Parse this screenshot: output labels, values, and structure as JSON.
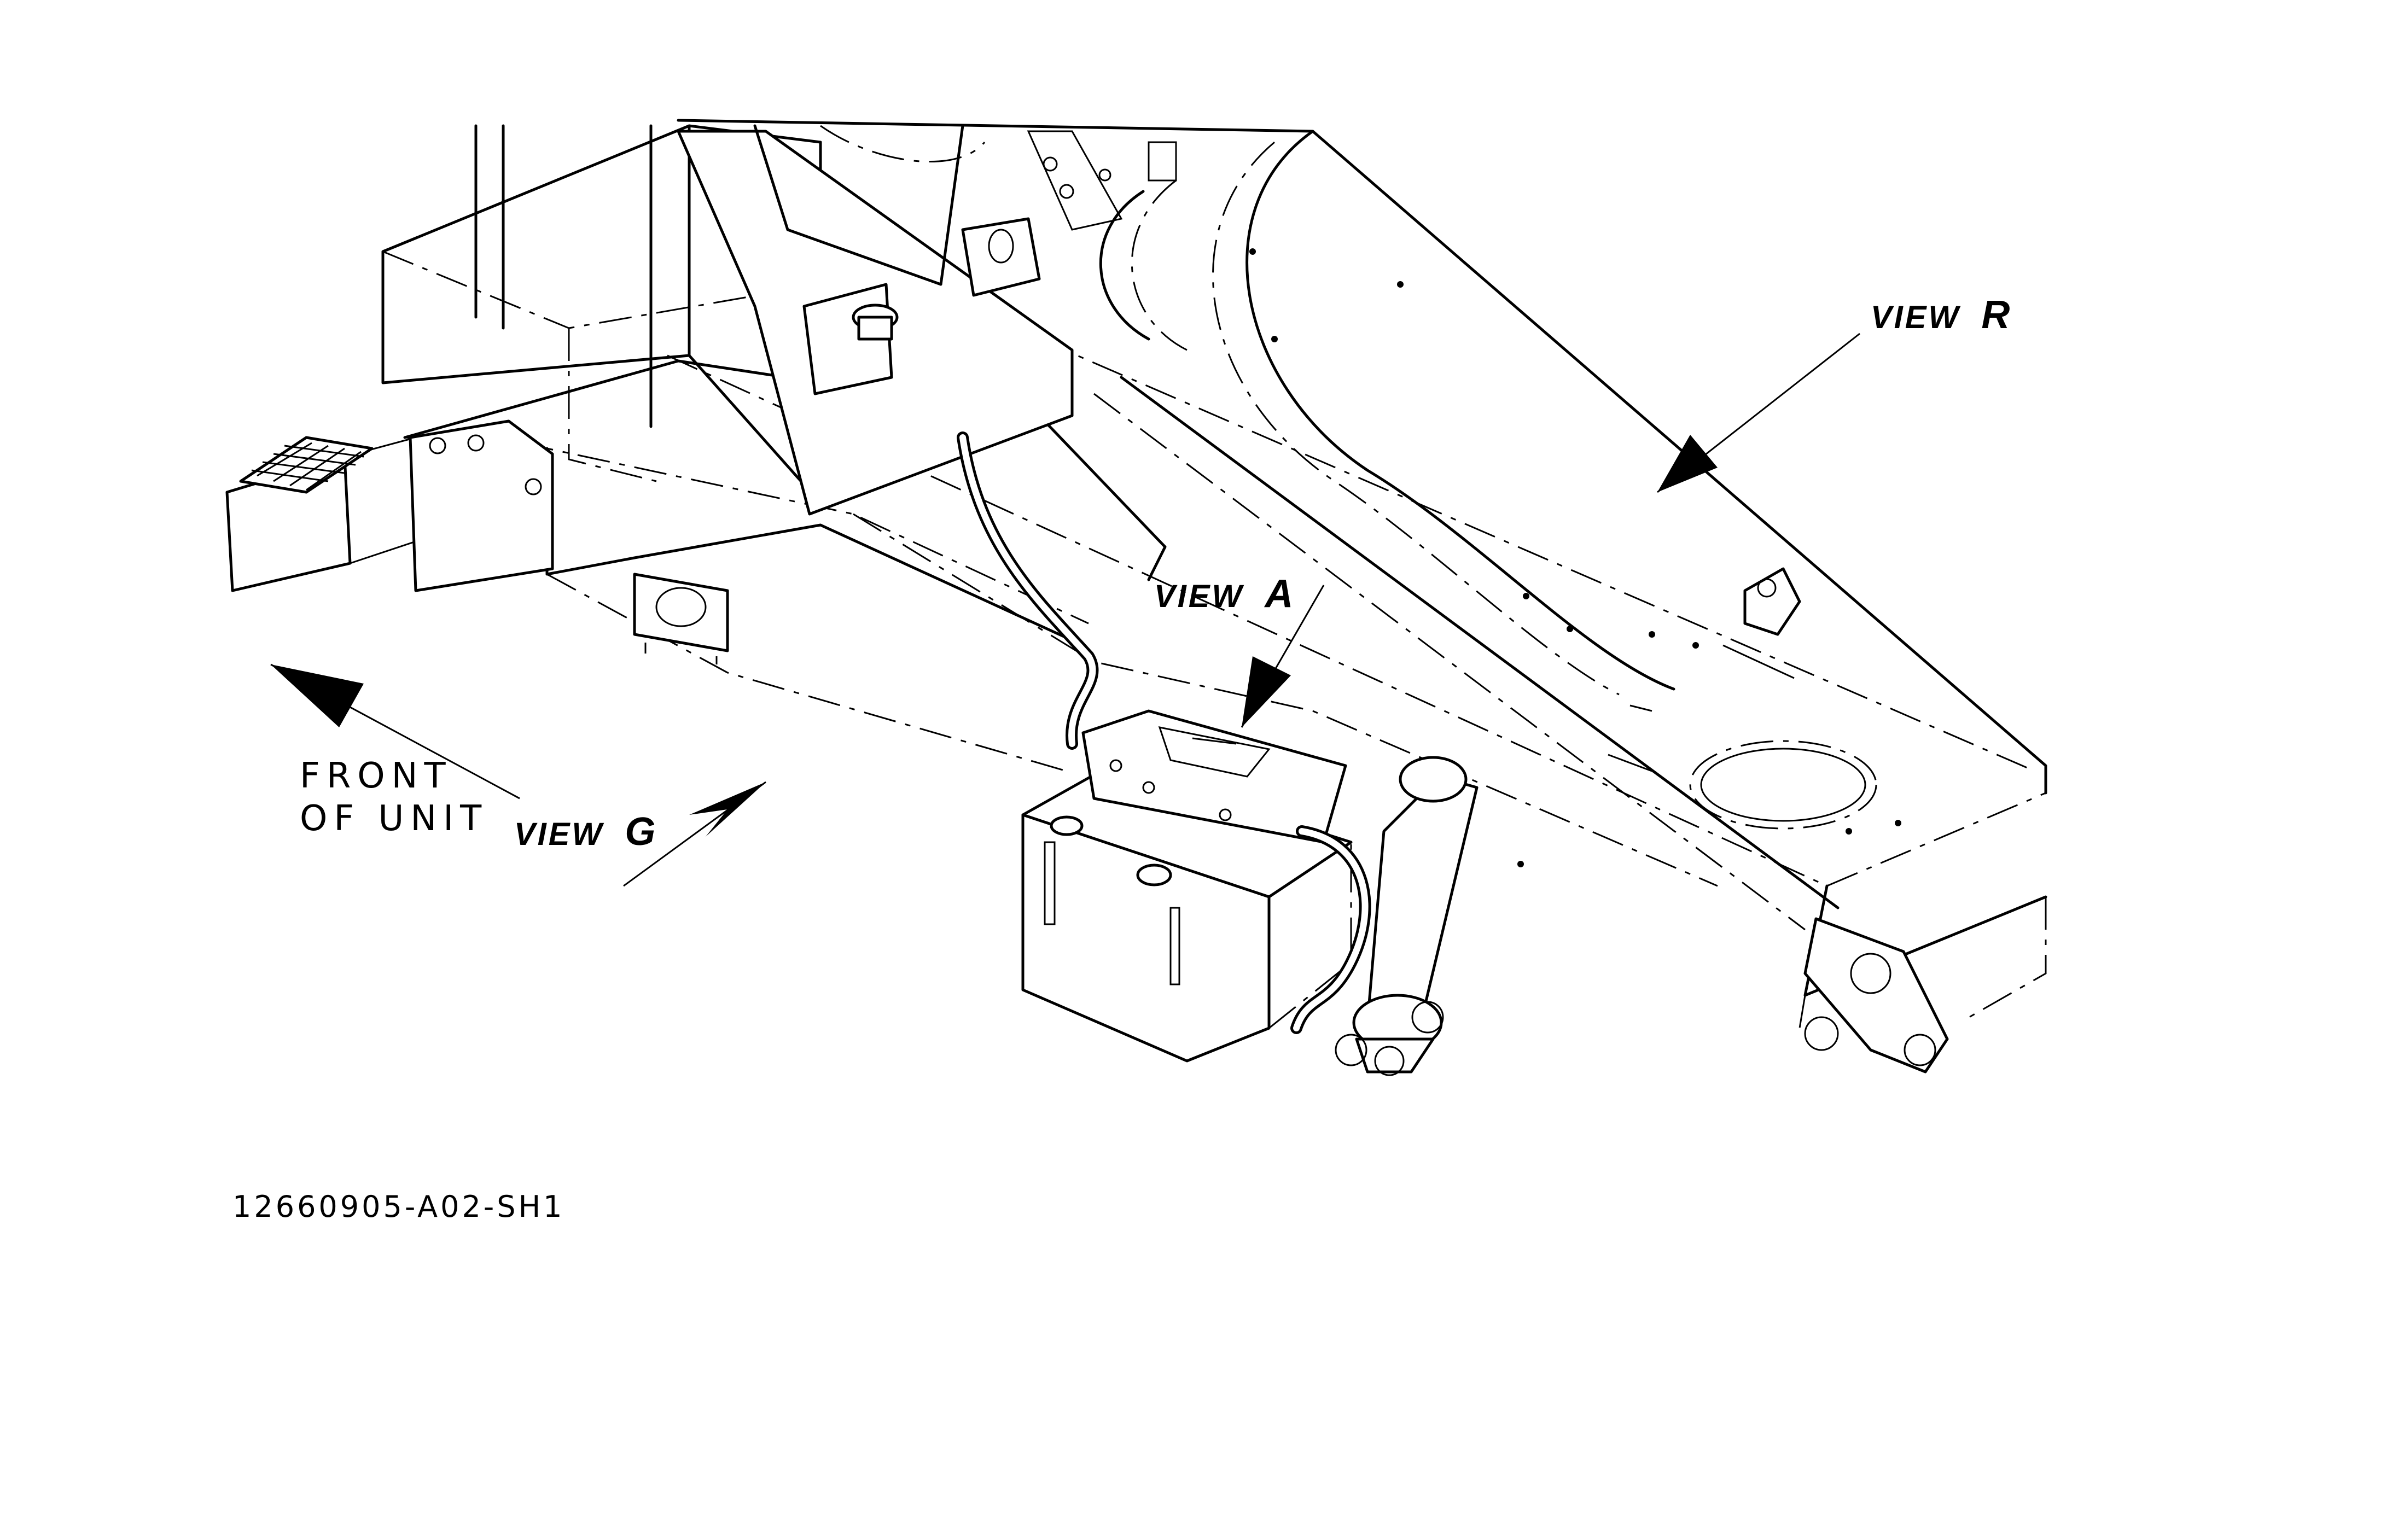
{
  "callouts": {
    "view_r": {
      "word": "VIEW",
      "letter": "R"
    },
    "view_a": {
      "word": "VIEW",
      "letter": "A"
    },
    "view_g": {
      "word": "VIEW",
      "letter": "G"
    },
    "front_line1": "FRONT",
    "front_line2": "OF UNIT"
  },
  "drawing_id": "12660905-A02-SH1"
}
